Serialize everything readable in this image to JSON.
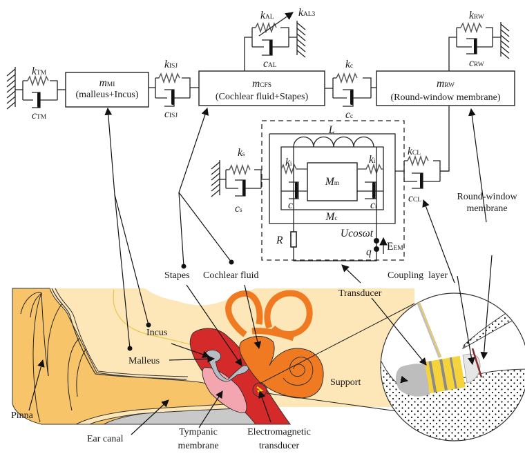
{
  "figure": {
    "type": "middle-ear mechanical model with electromagnetic transducer",
    "model": {
      "masses": [
        {
          "id": "mMI",
          "symbol": "m",
          "subscript": "MI",
          "description": "(malleus+Incus)"
        },
        {
          "id": "mCFS",
          "symbol": "m",
          "subscript": "CFS",
          "description": "(Cochlear fluid+Stapes)"
        },
        {
          "id": "mRW",
          "symbol": "m",
          "subscript": "RW",
          "description": "(Round-window membrane)"
        }
      ],
      "springs": {
        "kTM": {
          "symbol": "k",
          "subscript": "TM"
        },
        "kISJ": {
          "symbol": "k",
          "subscript": "ISJ"
        },
        "kAL": {
          "symbol": "k",
          "subscript": "AL"
        },
        "kAL3": {
          "symbol": "k",
          "subscript": "AL3"
        },
        "kc": {
          "symbol": "k",
          "subscript": "c"
        },
        "kRW": {
          "symbol": "k",
          "subscript": "RW"
        },
        "ks": {
          "symbol": "k",
          "subscript": "s"
        },
        "ki_left": {
          "symbol": "k",
          "subscript": "i"
        },
        "ki_right": {
          "symbol": "k",
          "subscript": "i"
        },
        "kCL": {
          "symbol": "k",
          "subscript": "CL"
        }
      },
      "dampers": {
        "cTM": {
          "symbol": "c",
          "subscript": "TM"
        },
        "cISJ": {
          "symbol": "c",
          "subscript": "ISJ"
        },
        "cAL": {
          "symbol": "c",
          "subscript": "AL"
        },
        "cc": {
          "symbol": "c",
          "subscript": "c"
        },
        "cRW": {
          "symbol": "c",
          "subscript": "RW"
        },
        "cs": {
          "symbol": "c",
          "subscript": "s"
        },
        "ci_left": {
          "symbol": "c",
          "subscript": "i"
        },
        "ci_right": {
          "symbol": "c",
          "subscript": "i"
        },
        "cCL": {
          "symbol": "c",
          "subscript": "CL"
        }
      },
      "transducer": {
        "inductor": "L",
        "magnet_mass": {
          "symbol": "M",
          "subscript": "m"
        },
        "coil_mass": {
          "symbol": "M",
          "subscript": "c"
        },
        "resistor": "R",
        "voltage": "Ucosωt",
        "charge": "q",
        "emf": {
          "symbol": "E",
          "subscript": "EM"
        }
      }
    },
    "anatomy_labels": {
      "stapes": "Stapes",
      "cochlear_fluid": "Cochlear fluid",
      "coupling_layer": "Coupling  layer",
      "round_window_line1": "Round-window",
      "round_window_line2": "membrane",
      "transducer": "Transducer",
      "incus": "Incus",
      "malleus": "Malleus",
      "support": "Support",
      "pinna": "Pinna",
      "ear_canal": "Ear canal",
      "tympanic_line1": "Tympanic",
      "tympanic_line2": "membrane",
      "em_transducer_line1": "Electromagnetic",
      "em_transducer_line2": "transducer"
    },
    "colors": {
      "outer_ear": "#f8c46a",
      "skull": "#fde6b8",
      "middle_ear_cavity": "#d42a2a",
      "cochlea": "#f07a22",
      "ossicles": "#b9bcc2",
      "tympanic": "#f3a6b0",
      "bone_gray": "#c8c8c8",
      "coil_yellow": "#f5d33c",
      "magnet_gray": "#bdbdbd",
      "rw_membrane": "#8b2a2a"
    }
  }
}
